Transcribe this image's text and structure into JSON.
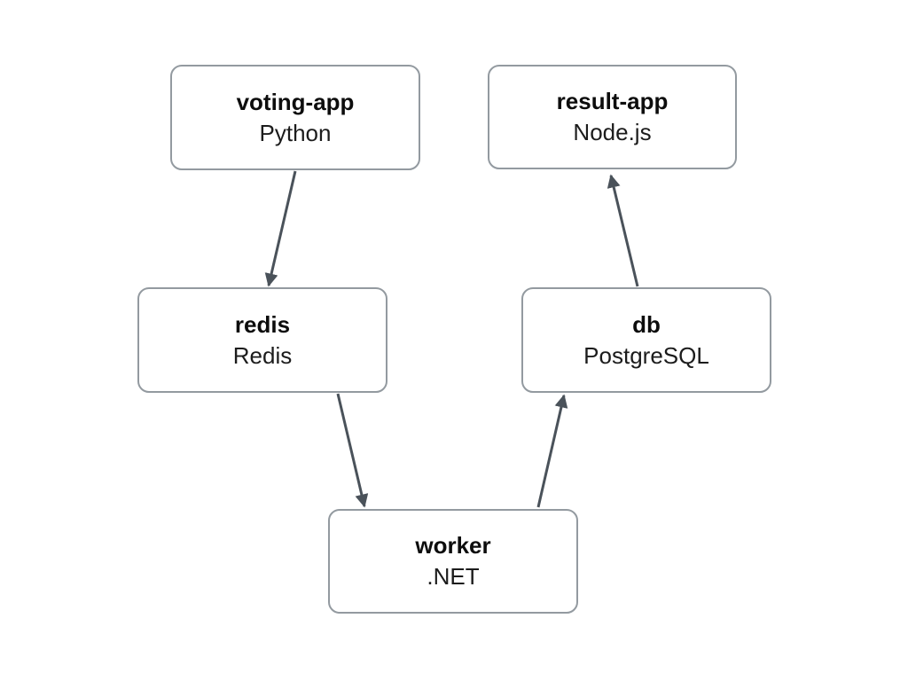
{
  "diagram": {
    "background_color": "#ffffff",
    "node_border_color": "#939aa0",
    "arrow_color": "#4a525a",
    "nodes": [
      {
        "id": "voting-app",
        "name": "voting-app",
        "tech": "Python"
      },
      {
        "id": "result-app",
        "name": "result-app",
        "tech": "Node.js"
      },
      {
        "id": "redis",
        "name": "redis",
        "tech": "Redis"
      },
      {
        "id": "db",
        "name": "db",
        "tech": "PostgreSQL"
      },
      {
        "id": "worker",
        "name": "worker",
        "tech": ".NET"
      }
    ],
    "edges": [
      {
        "from": "voting-app",
        "to": "redis"
      },
      {
        "from": "redis",
        "to": "worker"
      },
      {
        "from": "worker",
        "to": "db"
      },
      {
        "from": "db",
        "to": "result-app"
      }
    ]
  }
}
